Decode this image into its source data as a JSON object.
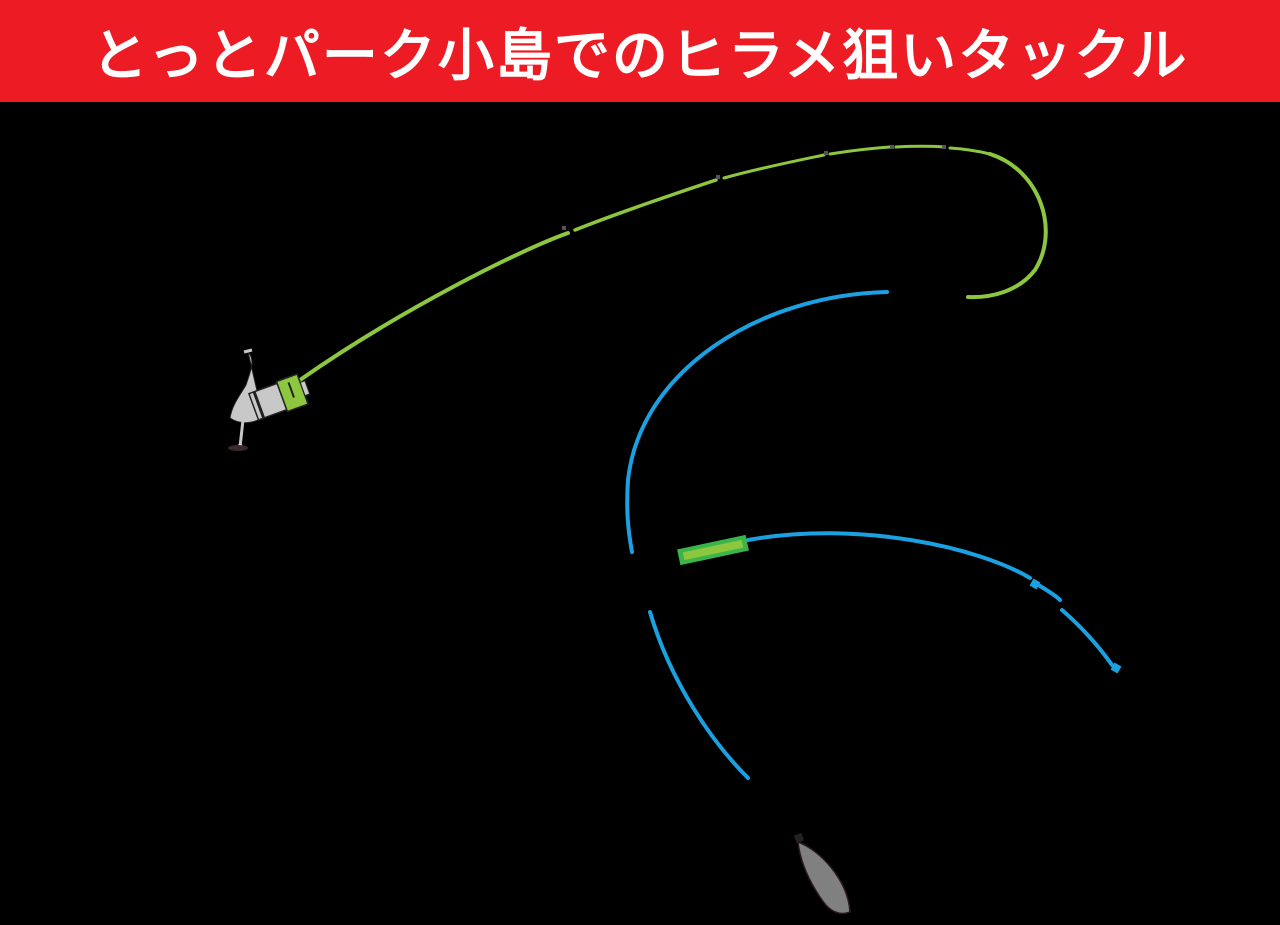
{
  "header": {
    "title": "とっとパーク小島でのヒラメ狙いタックル"
  },
  "colors": {
    "banner": "#ed1c24",
    "background": "#000000",
    "rod_line": "#8dc63f",
    "leader_line": "#1ba1e2",
    "swivel": "#39b54a",
    "reel_body": "#c8c8c8",
    "sinker": "#808080"
  },
  "illustration": {
    "items": [
      {
        "icon": "spinning-reel-icon"
      },
      {
        "icon": "main-line-green"
      },
      {
        "icon": "rod-guide-icon"
      },
      {
        "icon": "leader-line-blue"
      },
      {
        "icon": "swivel-tube-icon"
      },
      {
        "icon": "hook-icon"
      },
      {
        "icon": "sinker-icon"
      }
    ]
  }
}
